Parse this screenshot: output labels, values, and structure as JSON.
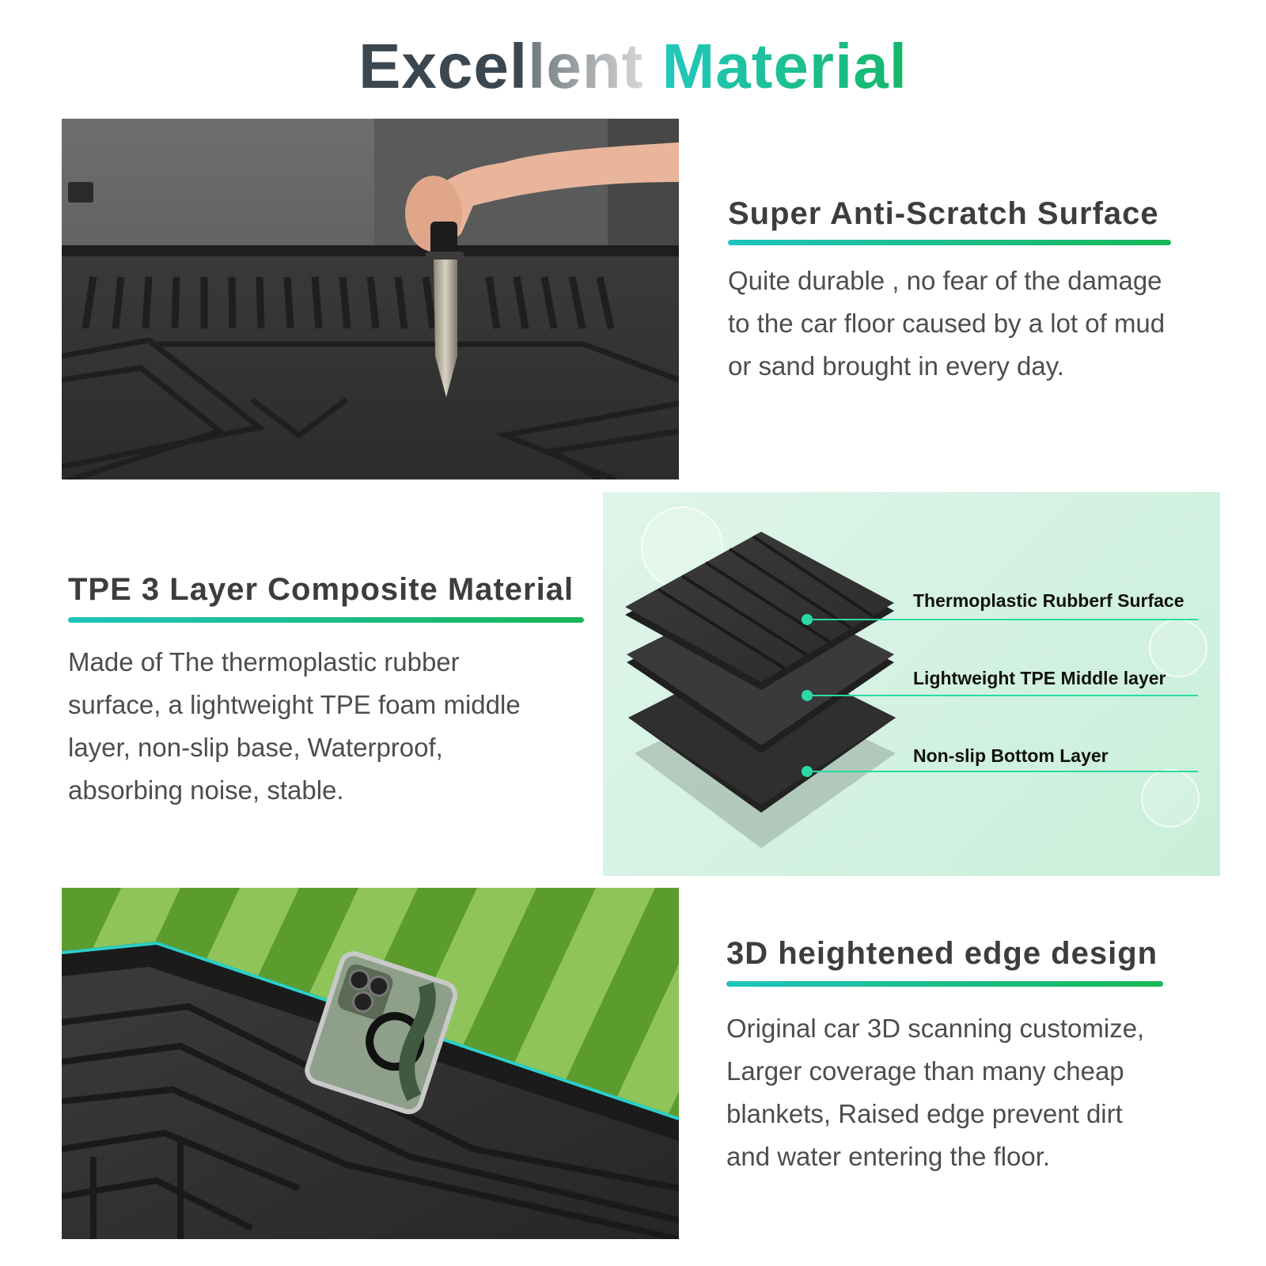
{
  "title": {
    "part_dark": "Excel",
    "part_fade": "lent ",
    "part_green": "Material"
  },
  "sections": [
    {
      "heading": "Super Anti-Scratch Surface",
      "text_lines": [
        "Quite durable , no fear of the damage",
        "to the car floor caused by a lot of mud",
        "or sand brought in every day."
      ]
    },
    {
      "heading": "TPE 3 Layer Composite Material",
      "text_lines": [
        "Made of The thermoplastic rubber",
        "surface, a lightweight TPE foam middle",
        "layer, non-slip base, Waterproof,",
        "absorbing noise, stable."
      ]
    },
    {
      "heading": "3D heightened edge design",
      "text_lines": [
        "Original car 3D scanning customize,",
        "Larger coverage than many cheap",
        "blankets, Raised edge prevent dirt",
        "and water entering the floor."
      ]
    }
  ],
  "layer_labels": [
    "Thermoplastic Rubberf Surface",
    "Lightweight TPE Middle layer",
    "Non-slip Bottom Layer"
  ],
  "colors": {
    "accent_teal": "#1fc3bd",
    "accent_green": "#18b756",
    "heading_text": "#3d3d3d",
    "body_text": "#4d4d4d"
  },
  "images": {
    "photo_top": "knife-on-mat",
    "photo_bottom": "phone-on-raised-edge-mat-grass"
  }
}
